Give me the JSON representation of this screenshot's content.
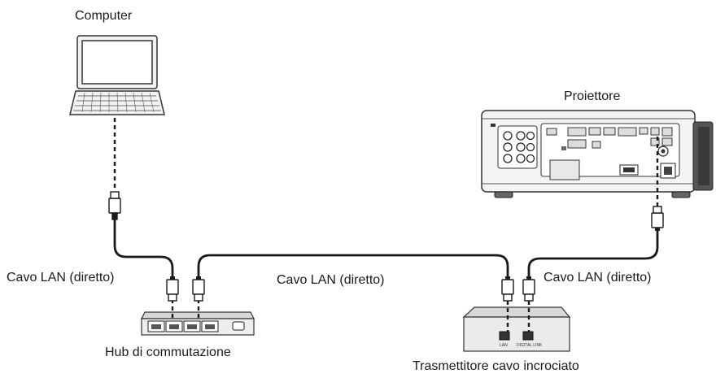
{
  "labels": {
    "computer": "Computer",
    "projector": "Proiettore",
    "hub": "Hub di commutazione",
    "transmitter": "Trasmettitore cavo incrociato",
    "cable_left": "Cavo LAN (diretto)",
    "cable_middle": "Cavo LAN (diretto)",
    "cable_right": "Cavo LAN (diretto)"
  },
  "port_labels": {
    "lan": "LAN",
    "digital_link": "DIGITAL LINK"
  },
  "colors": {
    "cable": "#1a1a1a",
    "device_fill": "#e6e6e6",
    "device_stroke": "#333333"
  }
}
